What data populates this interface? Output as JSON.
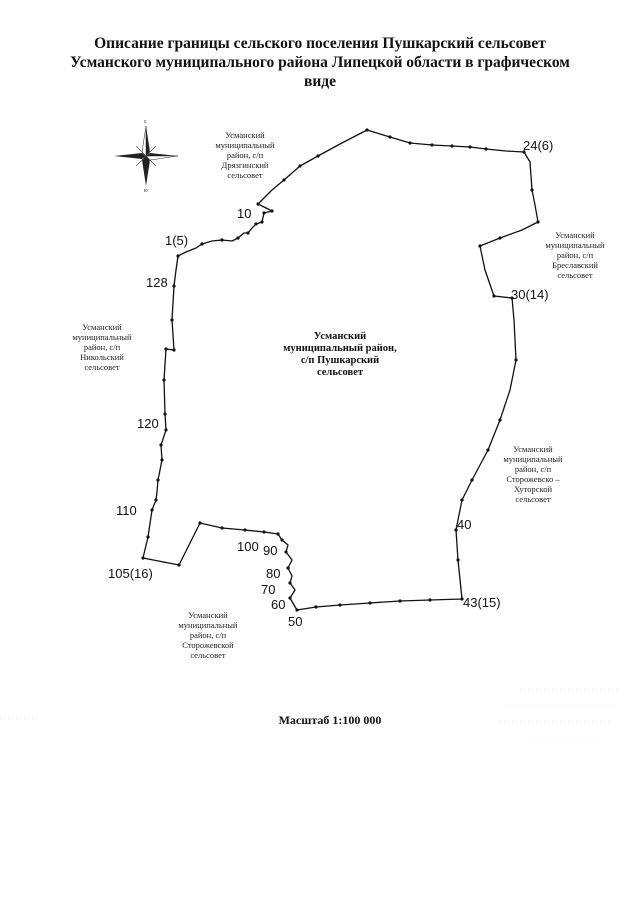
{
  "title_lines": [
    "Описание границы сельского поселения Пушкарский сельсовет",
    "Усманского муниципального района Липецкой области в графическом",
    "виде"
  ],
  "compass": {
    "north": "с",
    "south": "ю"
  },
  "center_label": [
    "Усманский",
    "муниципальный район,",
    "с/п Пушкарский",
    "сельсовет"
  ],
  "neighbors": {
    "dryazginsky": [
      "Усманский",
      "муниципальный",
      "район, с/п",
      "Дрязгинский",
      "сельсовет"
    ],
    "breslavsky": [
      "Усманский",
      "муниципальный",
      "район, с/п",
      "Бреславский",
      "сельсовет"
    ],
    "nikolsky": [
      "Усманский",
      "муниципальный",
      "район, с/п",
      "Никольский",
      "сельсовет"
    ],
    "storozhevo_khutorskoy": [
      "Усманский",
      "муниципальный",
      "район, с/п",
      "Сторожевско –",
      "Хуторской",
      "сельсовет"
    ],
    "storozhevskoy": [
      "Усманский",
      "муниципальный",
      "район, с/п",
      "Сторожевской",
      "сельсовет"
    ]
  },
  "points": {
    "p10": "10",
    "p1_5": "1(5)",
    "p24_6": "24(6)",
    "p128": "128",
    "p30_14": "30(14)",
    "p120": "120",
    "p40": "40",
    "p110": "110",
    "p100": "100",
    "p90": "90",
    "p105_16": "105(16)",
    "p80": "80",
    "p70": "70",
    "p60": "60",
    "p43_15": "43(15)",
    "p50": "50"
  },
  "scale_label": "Масштаб 1:100 000"
}
